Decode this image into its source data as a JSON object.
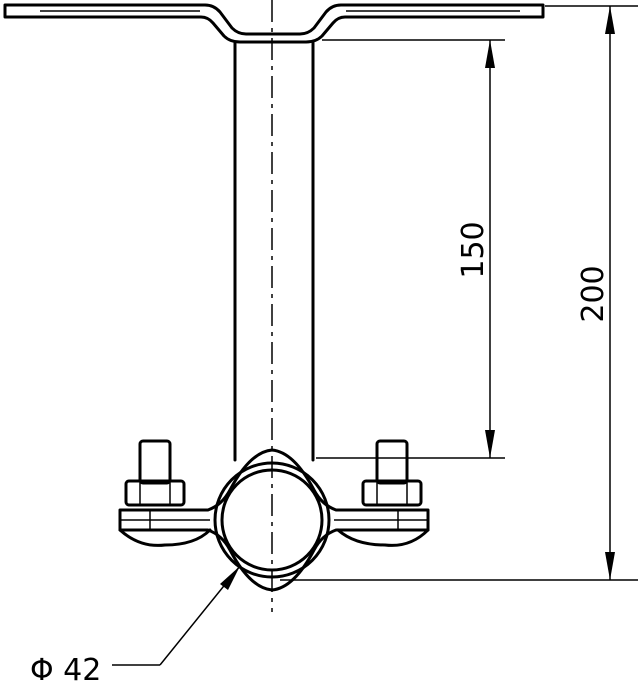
{
  "drawing": {
    "dimensions": {
      "stem_length": "150",
      "total_height": "200",
      "pipe_diameter": "Φ 42"
    }
  }
}
